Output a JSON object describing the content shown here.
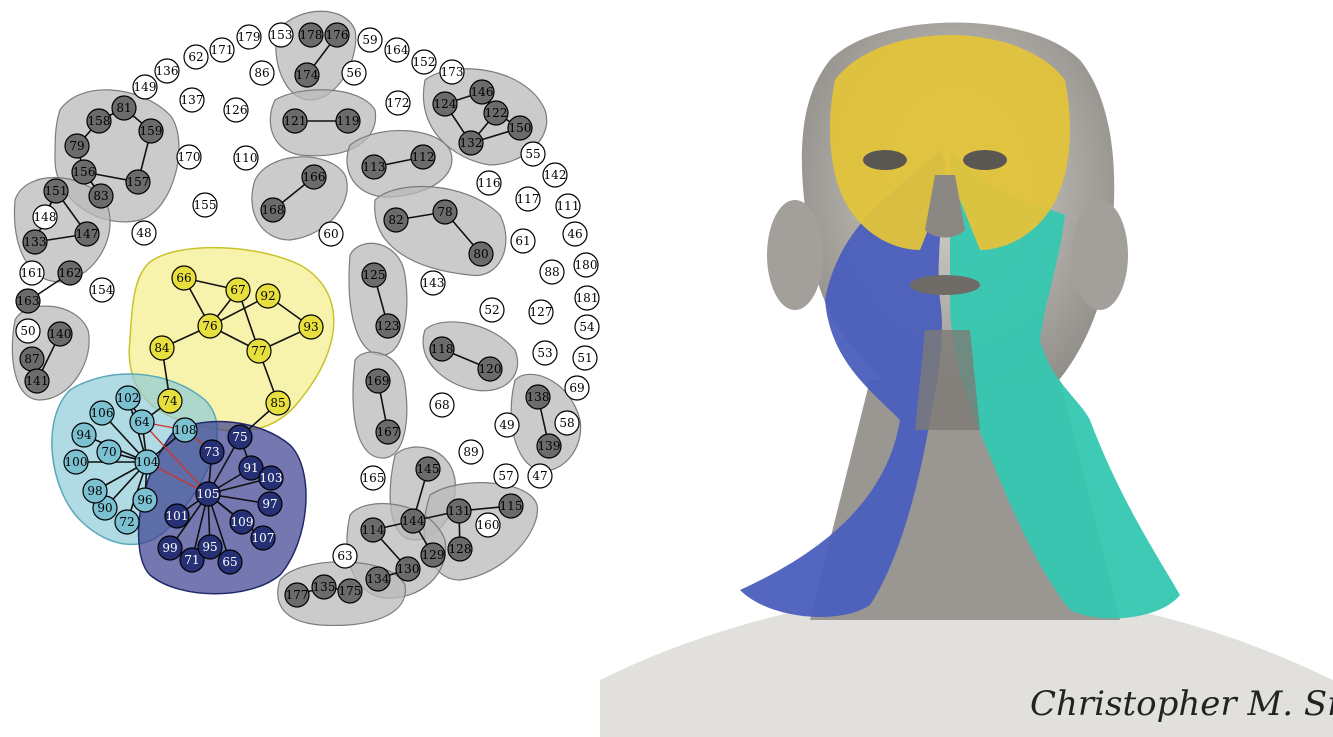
{
  "network": {
    "colors": {
      "gray_fill": "#b9b9b9",
      "gray_node": "#6b6b6b",
      "yellow_fill": "#f3ee8a",
      "yellow_node": "#e7df3e",
      "cyan_fill": "#8fcad8",
      "cyan_node": "#7cc1d1",
      "navy_fill": "#3a3f8f",
      "navy_node": "#263175",
      "edge": "#111111",
      "bridge_edge": "#d0342c"
    },
    "modules": {
      "yellow": [
        "66",
        "67",
        "92",
        "76",
        "93",
        "84",
        "77",
        "85",
        "74"
      ],
      "cyan": [
        "102",
        "106",
        "64",
        "108",
        "94",
        "70",
        "104",
        "100",
        "98",
        "90",
        "96",
        "72"
      ],
      "navy": [
        "75",
        "73",
        "91",
        "103",
        "105",
        "97",
        "101",
        "109",
        "107",
        "99",
        "95",
        "71",
        "65"
      ]
    },
    "isolated_nodes": [
      "179",
      "153",
      "62",
      "171",
      "136",
      "149",
      "137",
      "126",
      "86",
      "56",
      "59",
      "164",
      "152",
      "173",
      "172",
      "170",
      "110",
      "155",
      "48",
      "60",
      "116",
      "55",
      "142",
      "117",
      "111",
      "61",
      "46",
      "88",
      "180",
      "181",
      "127",
      "54",
      "52",
      "53",
      "51",
      "69",
      "68",
      "49",
      "58",
      "47",
      "89",
      "57",
      "165",
      "160",
      "63",
      "161",
      "154",
      "50",
      "143",
      "148"
    ],
    "gray_nodes": [
      "178",
      "176",
      "174",
      "81",
      "158",
      "159",
      "79",
      "156",
      "157",
      "83",
      "151",
      "133",
      "147",
      "162",
      "163",
      "140",
      "87",
      "141",
      "121",
      "119",
      "166",
      "168",
      "113",
      "112",
      "124",
      "146",
      "122",
      "150",
      "132",
      "82",
      "78",
      "80",
      "125",
      "123",
      "118",
      "120",
      "169",
      "167",
      "138",
      "139",
      "145",
      "131",
      "115",
      "144",
      "114",
      "129",
      "128",
      "130",
      "135",
      "134",
      "175",
      "177"
    ]
  },
  "anatomy": {
    "colors": {
      "skin": "#bdbab5",
      "yellow_region": "#e2c33a",
      "blue_region": "#4a5fbd",
      "teal_region": "#35c7b1",
      "neck": "#9a9793"
    },
    "signature": "Christopher M. Smith"
  }
}
